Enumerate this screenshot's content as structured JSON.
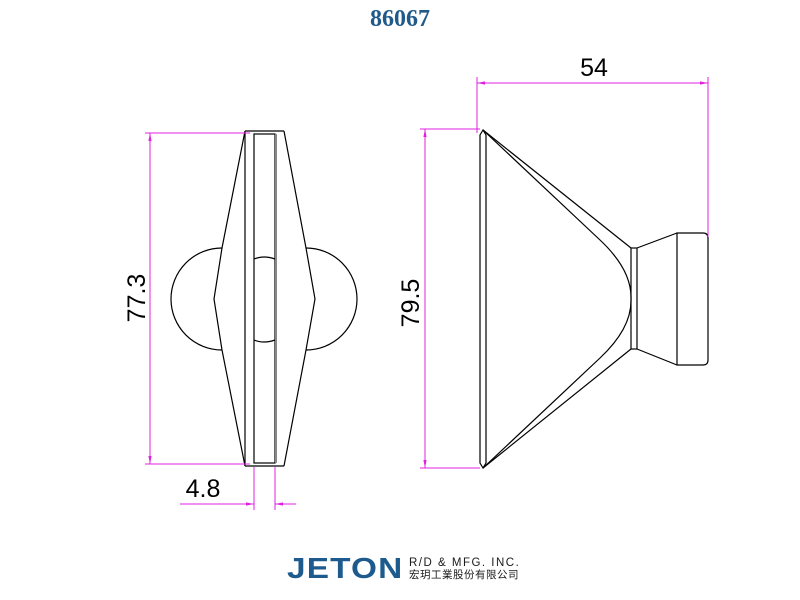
{
  "title": "86067",
  "dimensions": {
    "side_height": "77.3",
    "side_thickness": "4.8",
    "front_width": "54",
    "front_height": "79.5"
  },
  "colors": {
    "title": "#1f5a8a",
    "dimension_line": "#e020e0",
    "outline": "#000000",
    "logo": "#1d5b8f"
  },
  "logo": {
    "brand": "JETON",
    "english": "R/D & MFG. INC.",
    "chinese": "宏玥工業股份有限公司"
  }
}
